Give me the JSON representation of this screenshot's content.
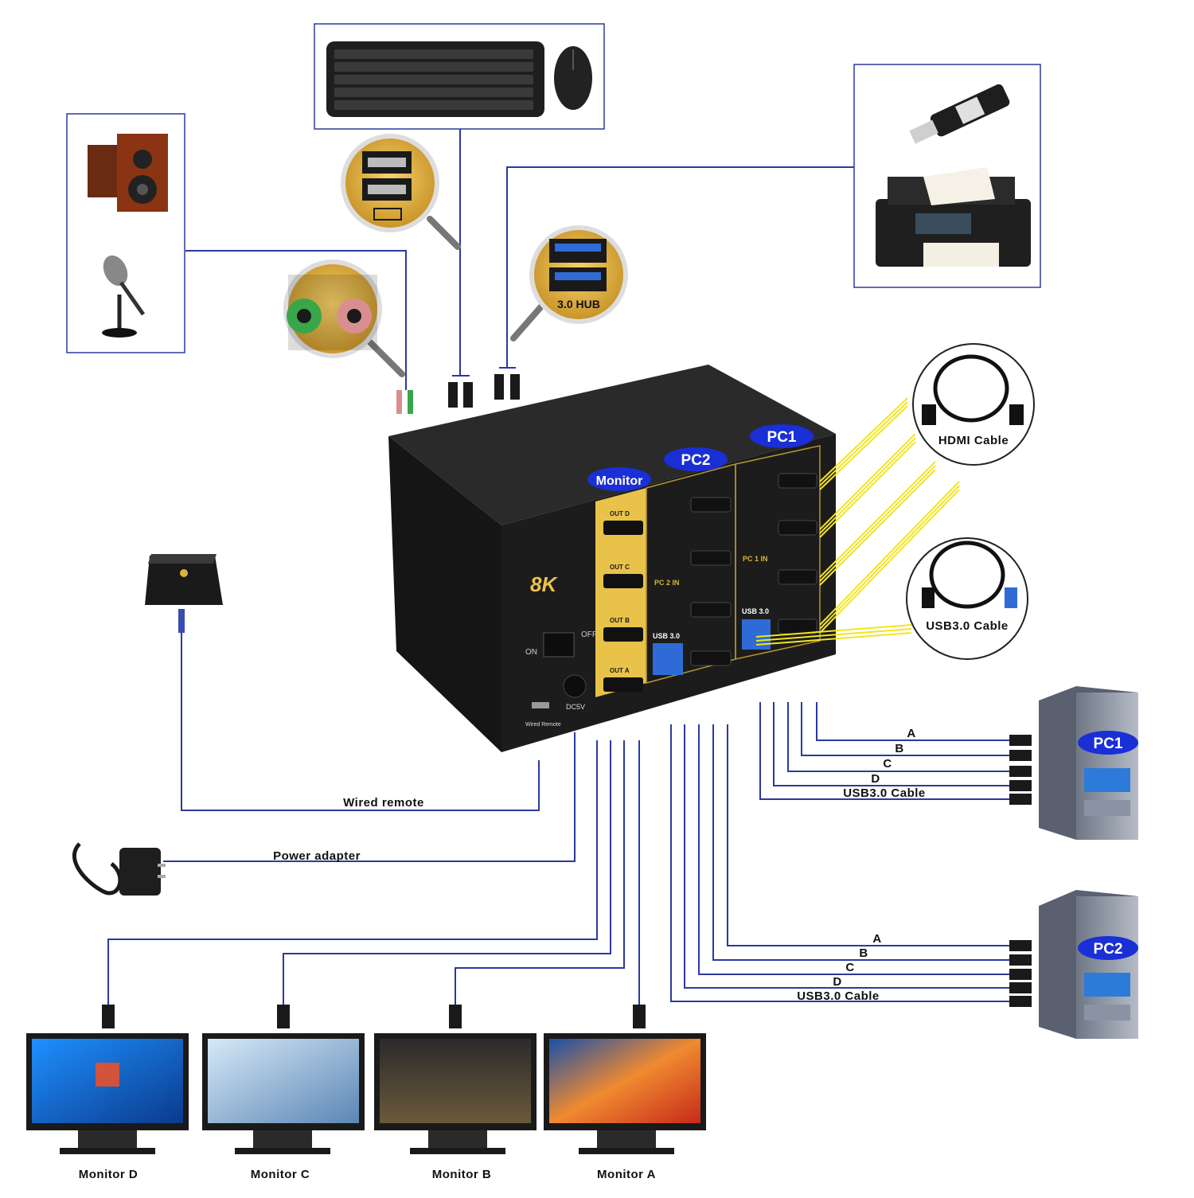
{
  "device": {
    "brand_mark": "8K",
    "switch_on": "ON",
    "switch_off": "OFF",
    "dc_label": "DC5V",
    "wired_remote_port": "Wired Remote",
    "monitor_tag": "Monitor",
    "pc1_tag": "PC1",
    "pc2_tag": "PC2",
    "out_labels": [
      "OUT D",
      "OUT C",
      "OUT B",
      "OUT A"
    ],
    "pc2_in": "PC 2 IN",
    "pc1_in": "PC 1 IN",
    "usb3_label": "USB 3.0",
    "port_letters": [
      "D",
      "C",
      "B",
      "A"
    ]
  },
  "callouts": {
    "hub_label": "3.0 HUB",
    "hdmi_cable": "HDMI Cable",
    "usb_cable": "USB3.0 Cable",
    "remote_caption": "Wired Remote"
  },
  "connections": {
    "wired_remote": "Wired remote",
    "power_adapter": "Power adapter"
  },
  "pc1": {
    "label": "PC1",
    "cables": [
      "A",
      "B",
      "C",
      "D",
      "USB3.0 Cable"
    ]
  },
  "pc2": {
    "label": "PC2",
    "cables": [
      "A",
      "B",
      "C",
      "D",
      "USB3.0 Cable"
    ]
  },
  "monitors": [
    "Monitor D",
    "Monitor C",
    "Monitor B",
    "Monitor A"
  ],
  "colors": {
    "wire": "#2b3a9e",
    "pill": "#1a2fd6",
    "gold": "#e9c24a",
    "box": "#1c1c1c"
  }
}
